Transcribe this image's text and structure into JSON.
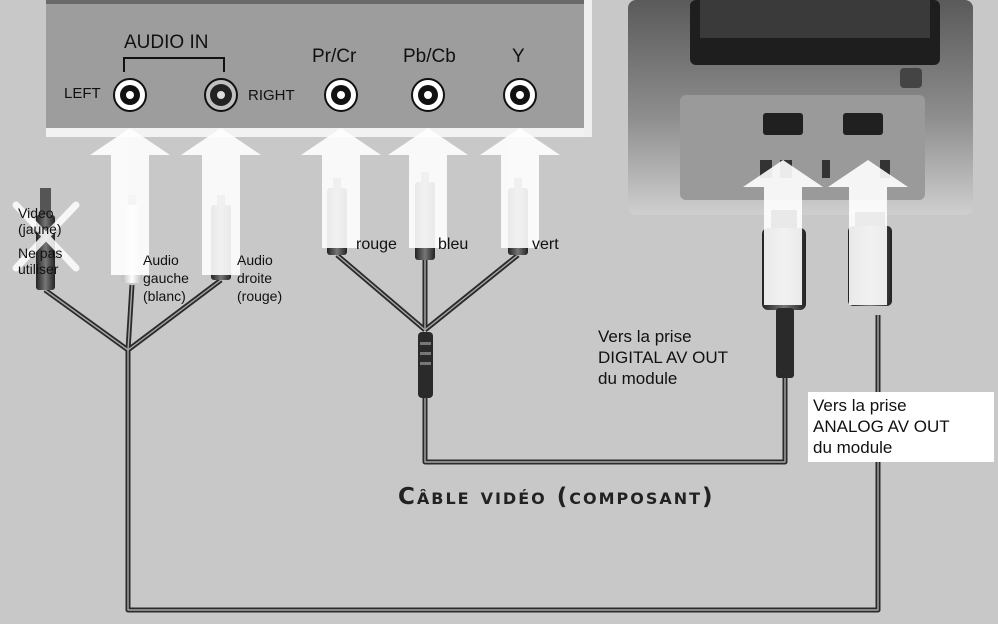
{
  "panel": {
    "audio_in": "AUDIO IN",
    "left": "LEFT",
    "right": "RIGHT",
    "pr_cr": "Pr/Cr",
    "pb_cb": "Pb/Cb",
    "y": "Y"
  },
  "plugs": {
    "video_1": "Video",
    "video_2": "(jaune)",
    "video_3": "Ne pas",
    "video_4": "utiliser",
    "audio_left_1": "Audio",
    "audio_left_2": "gauche",
    "audio_left_3": "(blanc)",
    "audio_right_1": "Audio",
    "audio_right_2": "droite",
    "audio_right_3": "(rouge)",
    "rouge": "rouge",
    "bleu": "bleu",
    "vert": "vert"
  },
  "notes": {
    "digital_1": "Vers la prise",
    "digital_2": "DIGITAL AV OUT",
    "digital_3": "du module",
    "analog_1": "Vers la prise",
    "analog_2": "ANALOG AV OUT",
    "analog_3": "du module"
  },
  "title": "Câble vidéo (composant)",
  "colors": {
    "background": "#c8c8c8",
    "panel": "#a0a0a0",
    "arrow": "#ffffff",
    "cable": "#333333"
  }
}
